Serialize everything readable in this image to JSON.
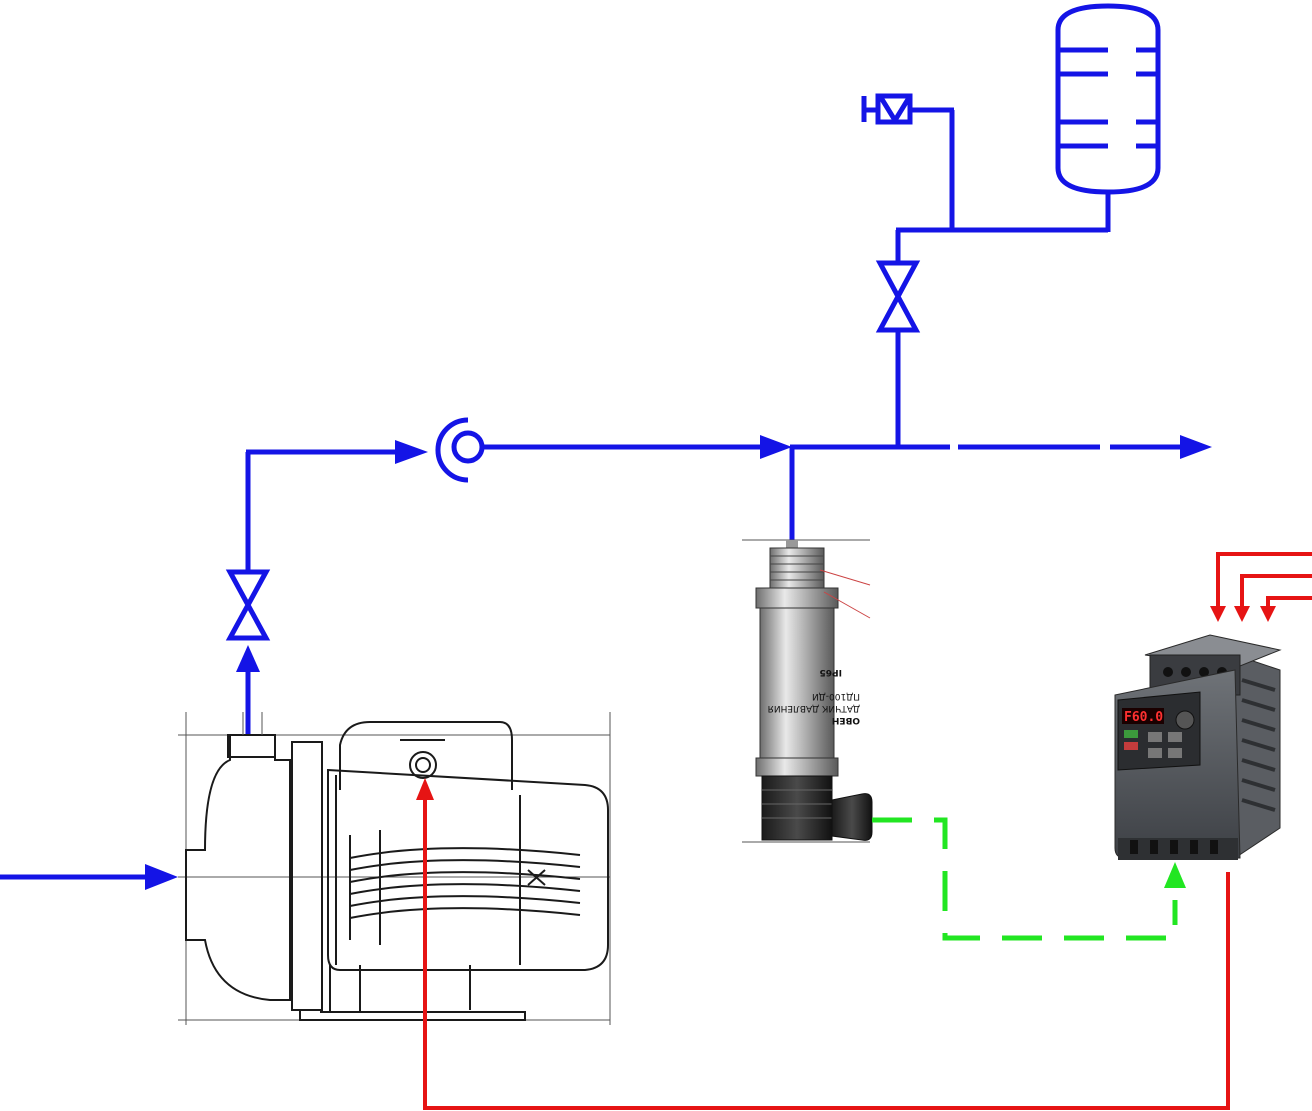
{
  "sensor": {
    "label_line_1": "ДАТЧИК ДАВЛЕНИЯ",
    "label_line_2": "ПД100-ДИ",
    "label_line_3": "IP65",
    "brand": "ОВЕН"
  },
  "vfd": {
    "display": "F60.0"
  },
  "colors": {
    "water_line": "#1414e6",
    "power_line": "#e61414",
    "signal_line": "#22e622"
  },
  "icons": [
    "pump-icon",
    "pressure-sensor-icon",
    "vfd-icon",
    "expansion-tank-icon",
    "valve-icon",
    "check-valve-icon",
    "faucet-icon"
  ]
}
